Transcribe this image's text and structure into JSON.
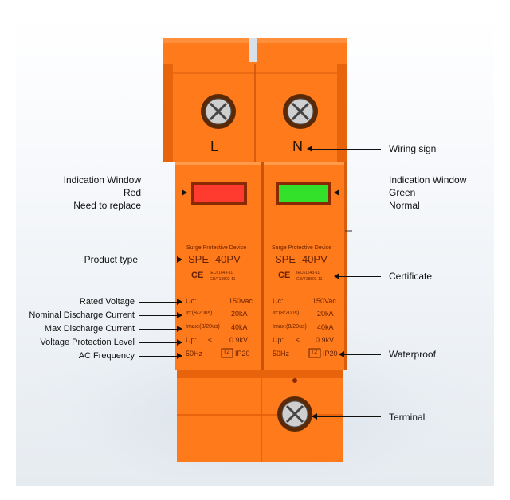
{
  "device": {
    "terminal_left": "L",
    "terminal_right": "N",
    "modules": [
      {
        "small_title": "Surge Protective Device",
        "model": "SPE -40PV",
        "ce": "CE",
        "cert_line1": "IEC61643-11",
        "cert_line2": "GB/T18802-11",
        "uc_label": "Uc:",
        "uc_value": "150Vac",
        "in_label": "In:(8/20us)",
        "in_value": "20kA",
        "imax_label": "Imax:(8/20us)",
        "imax_value": "40kA",
        "up_label": "Up:",
        "up_value": "0.9kV",
        "freq": "50Hz",
        "class_badge": "T2",
        "ip": "IP20",
        "window_color": "#ff3b2f"
      },
      {
        "small_title": "Surge Protective Device",
        "model": "SPE -40PV",
        "ce": "CE",
        "cert_line1": "IEC61643-11",
        "cert_line2": "GB/T18802-11",
        "uc_label": "Uc:",
        "uc_value": "150Vac",
        "in_label": "In:(8/20us)",
        "in_value": "20kA",
        "imax_label": "Imax:(8/20us)",
        "imax_value": "40kA",
        "up_label": "Up:",
        "up_value": "0.9kV",
        "freq": "50Hz",
        "class_badge": "T2",
        "ip": "IP20",
        "window_color": "#33e02a"
      }
    ],
    "colors": {
      "body": "#ff7a1a",
      "body_dark": "#e8640c",
      "text": "#6a2200"
    }
  },
  "labels_left": {
    "indication_line1": "Indication Window",
    "indication_line2": "Red",
    "indication_line3": "Need to replace",
    "product_type": "Product type",
    "rated_voltage": "Rated Voltage",
    "nominal_current": "Nominal Discharge Current",
    "max_current": "Max Discharge Current",
    "protection_level": "Voltage Protection Level",
    "ac_frequency": "AC Frequency"
  },
  "labels_right": {
    "wiring_sign": "Wiring sign",
    "indication_line1": "Indication Window",
    "indication_line2": "Green",
    "indication_line3": "Normal",
    "certificate": "Certificate",
    "waterproof": "Waterproof",
    "terminal": "Terminal"
  }
}
